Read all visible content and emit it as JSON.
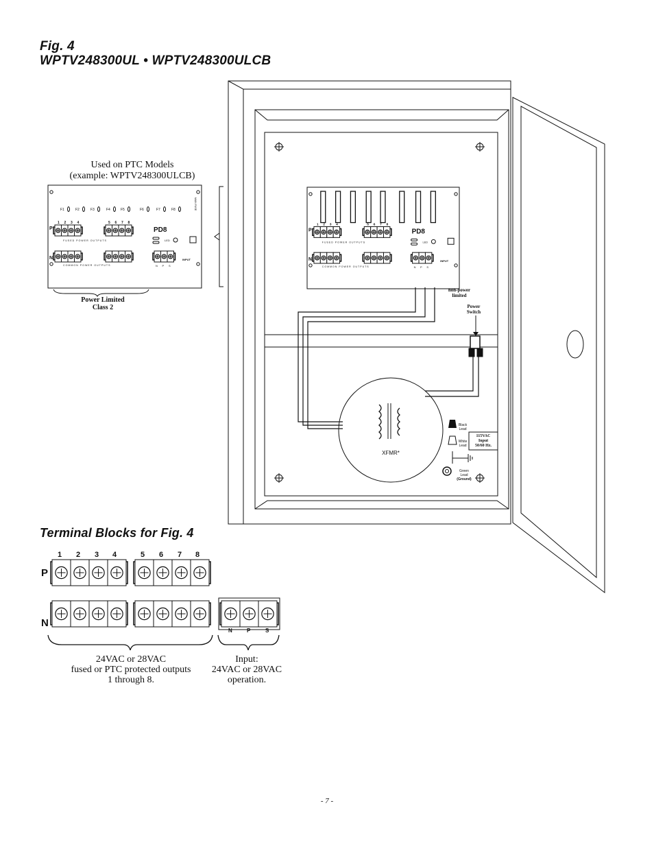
{
  "titles": {
    "fig": "Fig. 4",
    "models": "WPTV248300UL • WPTV248300ULCB",
    "terminal": "Terminal Blocks for Fig. 4"
  },
  "captions": {
    "ptc_line1": "Used on PTC Models",
    "ptc_line2": "(example: WPTV248300ULCB)",
    "power_limited_1": "Power Limited",
    "power_limited_2": "Class 2",
    "non_power_1": "non-power",
    "non_power_2": "limited",
    "power_switch_1": "Power",
    "power_switch_2": "Switch",
    "ac_input_1": "115VAC",
    "ac_input_2": "Input",
    "ac_input_3": "50/60 Hz.",
    "black_lead_1": "Black",
    "black_lead_2": "Lead",
    "white_lead_1": "White",
    "white_lead_2": "Lead",
    "green_lead_1": "Green",
    "green_lead_2": "Lead",
    "green_lead_3": "(Ground)",
    "xfmr": "XFMR*",
    "outputs_1": "24VAC or 28VAC",
    "outputs_2": "fused or PTC protected outputs",
    "outputs_3": "1 through 8.",
    "input_1": "Input:",
    "input_2": "24VAC or 28VAC",
    "input_3": "operation."
  },
  "board": {
    "model": "PD8",
    "row_p": "P",
    "row_n": "N",
    "fused_power_outputs": "FUSED   POWER   OUTPUTS",
    "common_power_outputs": "COMMON   POWER   OUTPUTS",
    "input": "INPUT",
    "led": "LED",
    "main_fuse": "MAIN FUSE",
    "fuses": [
      "F1",
      "F2",
      "F3",
      "F4",
      "F5",
      "F6",
      "F7",
      "F8"
    ],
    "outputs": [
      "1",
      "2",
      "3",
      "4",
      "5",
      "6",
      "7",
      "8"
    ],
    "input_terminals": [
      "N",
      "P",
      "S"
    ]
  },
  "page_number": "- 7 -"
}
